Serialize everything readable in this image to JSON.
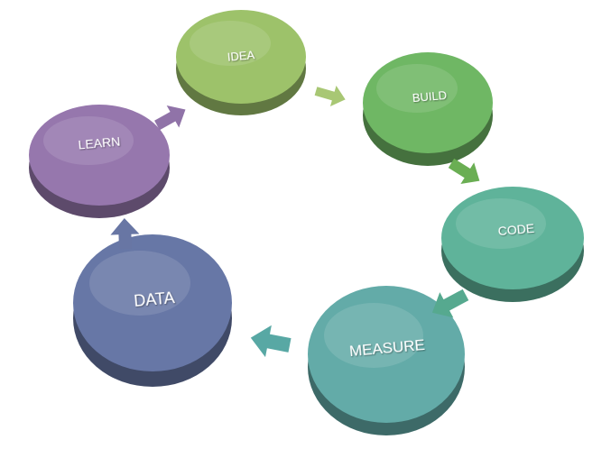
{
  "diagram": {
    "type": "cycle",
    "nodes": [
      {
        "id": "idea",
        "label": "IDEA",
        "color": "#9dc26a"
      },
      {
        "id": "build",
        "label": "BUILD",
        "color": "#6fb764"
      },
      {
        "id": "code",
        "label": "CODE",
        "color": "#5fb39a"
      },
      {
        "id": "measure",
        "label": "MEASURE",
        "color": "#63aba8"
      },
      {
        "id": "data",
        "label": "DATA",
        "color": "#6777a6"
      },
      {
        "id": "learn",
        "label": "LEARN",
        "color": "#9677ad"
      }
    ],
    "edges": [
      {
        "from": "idea",
        "to": "build",
        "color": "#a8c774"
      },
      {
        "from": "build",
        "to": "code",
        "color": "#6aae53"
      },
      {
        "from": "code",
        "to": "measure",
        "color": "#56a98f"
      },
      {
        "from": "measure",
        "to": "data",
        "color": "#58a8a4"
      },
      {
        "from": "data",
        "to": "learn",
        "color": "#6876a4"
      },
      {
        "from": "learn",
        "to": "idea",
        "color": "#9073a8"
      }
    ]
  }
}
